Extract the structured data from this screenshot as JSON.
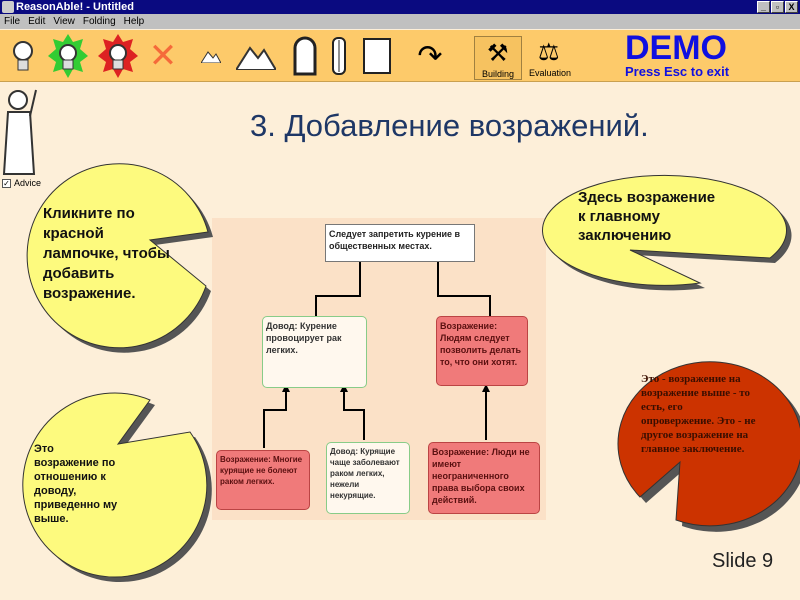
{
  "window": {
    "title": "ReasonAble! - Untitled",
    "controls": [
      "_",
      "▫",
      "X"
    ]
  },
  "menu": [
    "File",
    "Edit",
    "View",
    "Folding",
    "Help"
  ],
  "toolbar": {
    "modes": [
      "Building",
      "Evaluation"
    ],
    "demo": "DEMO",
    "esc": "Press Esc to exit"
  },
  "advice_label": "Advice",
  "heading": "3. Добавление возражений.",
  "bubbles": {
    "left_top": "Кликните по красной лампочке, чтобы добавить возражение.",
    "left_bottom": "Это возражение по отношению к доводу, приведенно му выше.",
    "right_top": "Здесь возражение к главному заключению",
    "right_bottom": "Это - возражение на возражение выше - то есть, его опровержение. Это - не другое возражение на главное заключение."
  },
  "diagram": {
    "root": "Следует запретить курение в общественных местах.",
    "reason1": "Довод: Курение провоцирует рак легких.",
    "objection1": "Возражение: Людям следует позволить делать то, что они хотят.",
    "objection2": "Возражение: Многие курящие не болеют раком легких.",
    "reason2": "Довод: Курящие чаще заболевают раком легких, нежели некурящие.",
    "objection3": "Возражение: Люди не имеют неограниченного права выбора своих действий."
  },
  "slide": "Slide 9",
  "colors": {
    "toolbar": "#fdca6a",
    "title": "#1e3766",
    "bubble_yellow": "#fdfa7e",
    "bubble_red": "#cc3300",
    "node_red": "#f07a7a"
  }
}
